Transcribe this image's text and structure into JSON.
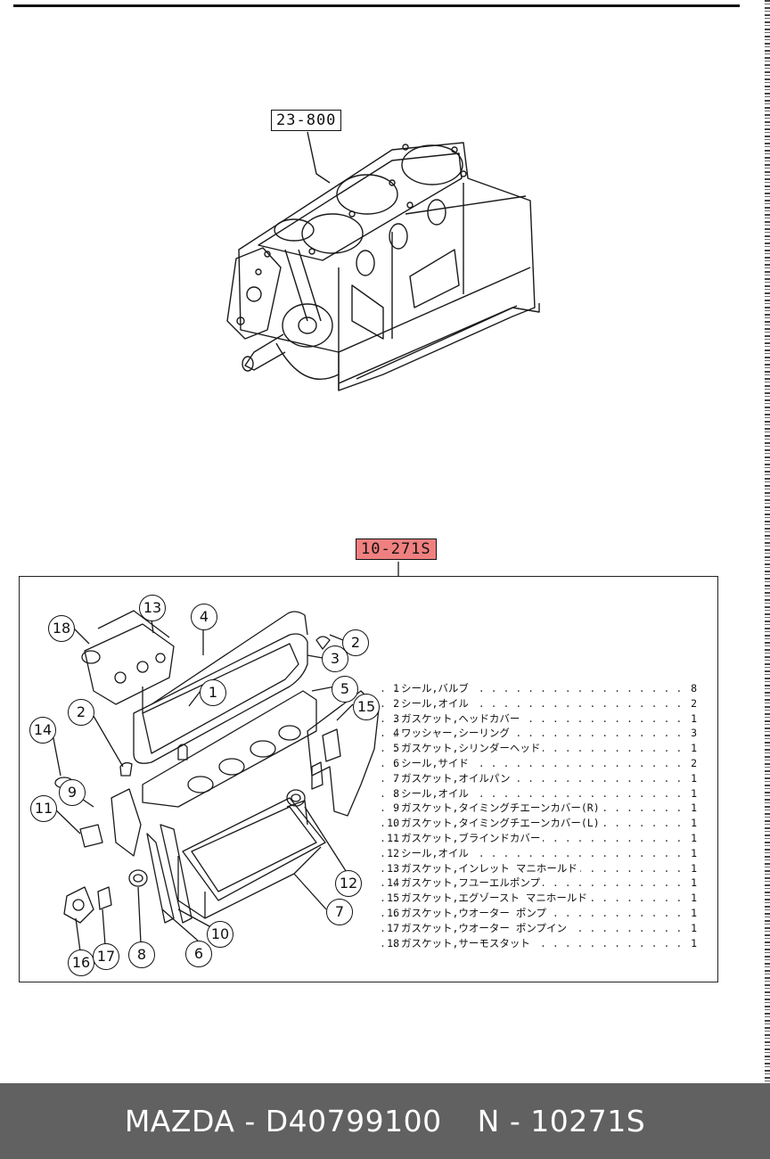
{
  "drawing": {
    "upper_part_number": "23-800",
    "kit_part_number": "10-271S",
    "kit_highlight_color": "#f08080"
  },
  "callouts": [
    "1",
    "2",
    "3",
    "4",
    "5",
    "6",
    "7",
    "8",
    "9",
    "10",
    "11",
    "12",
    "13",
    "14",
    "15",
    "16",
    "17",
    "18"
  ],
  "legend": [
    {
      "num": "1",
      "name": "シール,バルブ",
      "qty": "8"
    },
    {
      "num": "2",
      "name": "シール,オイル",
      "qty": "2"
    },
    {
      "num": "3",
      "name": "ガスケット,ヘッドカバー",
      "qty": "1"
    },
    {
      "num": "4",
      "name": "ワッシャー,シーリング",
      "qty": "3"
    },
    {
      "num": "5",
      "name": "ガスケット,シリンダーヘッド",
      "qty": "1"
    },
    {
      "num": "6",
      "name": "シール,サイド",
      "qty": "2"
    },
    {
      "num": "7",
      "name": "ガスケット,オイルパン",
      "qty": "1"
    },
    {
      "num": "8",
      "name": "シール,オイル",
      "qty": "1"
    },
    {
      "num": "9",
      "name": "ガスケット,タイミングチエーンカバー(R)",
      "qty": "1"
    },
    {
      "num": "10",
      "name": "ガスケット,タイミングチエーンカバー(L)",
      "qty": "1"
    },
    {
      "num": "11",
      "name": "ガスケット,ブラインドカバー",
      "qty": "1"
    },
    {
      "num": "12",
      "name": "シール,オイル",
      "qty": "1"
    },
    {
      "num": "13",
      "name": "ガスケット,インレット マニホールド",
      "qty": "1"
    },
    {
      "num": "14",
      "name": "ガスケット,フユーエルポンプ",
      "qty": "1"
    },
    {
      "num": "15",
      "name": "ガスケット,エグゾースト マニホールド",
      "qty": "1"
    },
    {
      "num": "16",
      "name": "ガスケット,ウオーター ポンプ",
      "qty": "1"
    },
    {
      "num": "17",
      "name": "ガスケット,ウオーター ポンプイン",
      "qty": "1"
    },
    {
      "num": "18",
      "name": "ガスケット,サーモスタット",
      "qty": "1"
    }
  ],
  "footer": {
    "brand": "MAZDA",
    "oem_number": "D40799100",
    "part_code": "N - 10271S",
    "text": "MAZDA - D40799100"
  }
}
